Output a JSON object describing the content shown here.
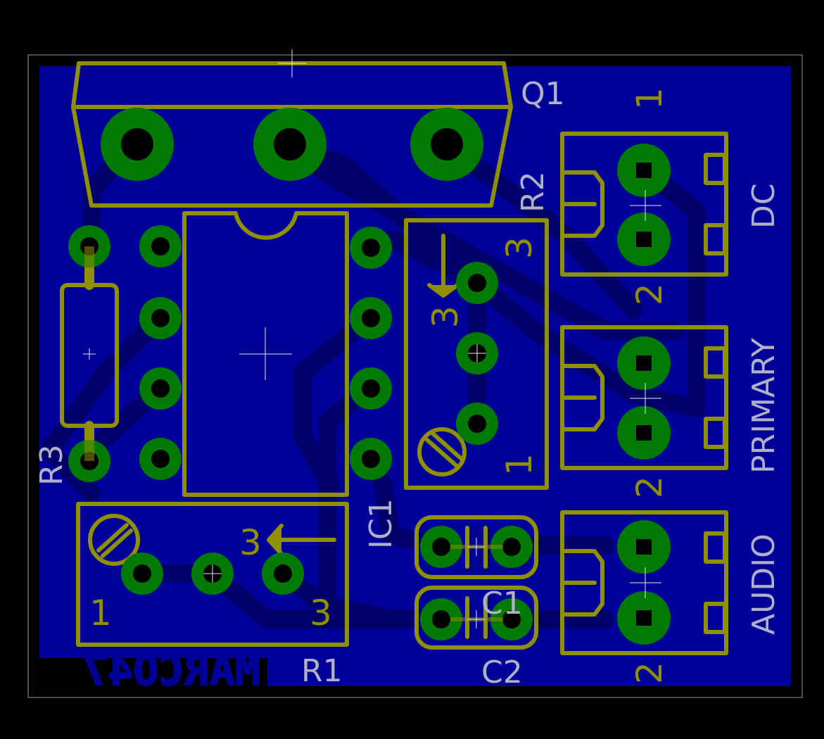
{
  "colors": {
    "background": "#000000",
    "copper_fill": "#000099",
    "copper_trace": "#00006a",
    "pad": "#007a00",
    "pad_hole": "#000000",
    "silkscreen": "#8f8f00",
    "name_text": "#b0b0c8",
    "outline": "#9a9a9a",
    "logo": "#000099"
  },
  "parts": {
    "q1": "Q1",
    "r1": "R1",
    "r2": "R2",
    "r3": "R3",
    "ic1": "IC1",
    "c1": "C1",
    "c2": "C2"
  },
  "connectors": {
    "dc": "DC",
    "primary": "PRIMARY",
    "audio": "AUDIO"
  },
  "pin_labels": {
    "one": "1",
    "two": "2",
    "three": "3"
  },
  "logo_text": "MARCO47"
}
